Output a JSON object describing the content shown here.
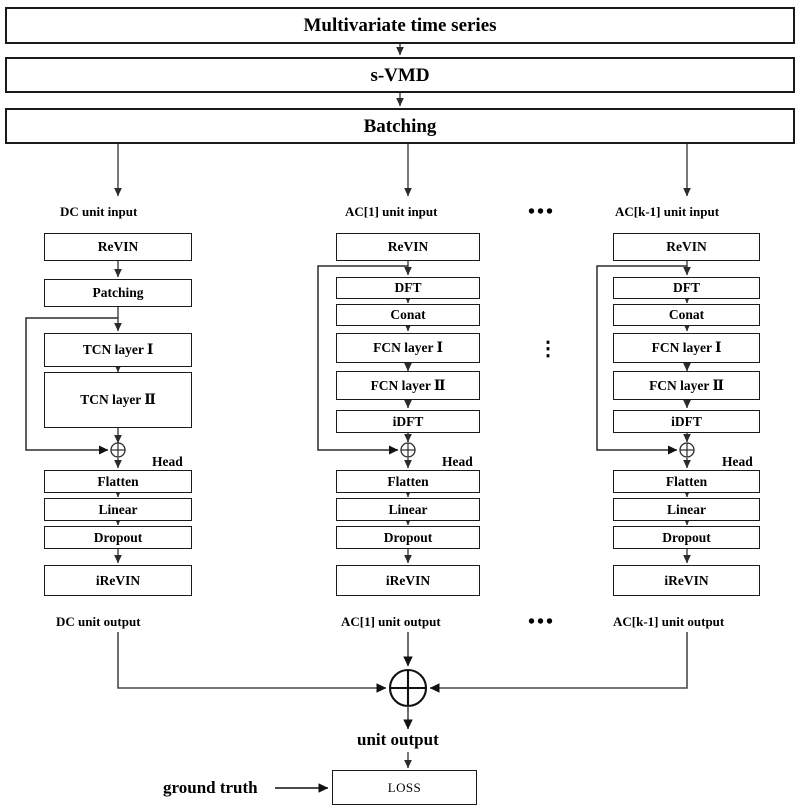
{
  "figure": {
    "title_box": "Multivariate time series",
    "decomposition_box": "s-VMD",
    "batching_box": "Batching"
  },
  "columns": [
    {
      "id": "dc",
      "input_label": "DC unit input",
      "output_label": "DC unit output",
      "head_label": "Head",
      "blocks": [
        "ReVIN",
        "Patching",
        "TCN layer Ⅰ",
        "TCN layer Ⅱ"
      ],
      "head_blocks": [
        "Flatten",
        "Linear",
        "Dropout",
        "iReVIN"
      ],
      "residual_symbol": "⊕"
    },
    {
      "id": "ac1",
      "input_label": "AC[1] unit input",
      "output_label": "AC[1] unit output",
      "head_label": "Head",
      "blocks": [
        "ReVIN",
        "DFT",
        "Conat",
        "FCN layer Ⅰ",
        "FCN layer Ⅱ",
        "iDFT"
      ],
      "head_blocks": [
        "Flatten",
        "Linear",
        "Dropout",
        "iReVIN"
      ],
      "residual_symbol": "⊕"
    },
    {
      "id": "ack1",
      "input_label": "AC[k-1] unit input",
      "output_label": "AC[k-1] unit output",
      "head_label": "Head",
      "blocks": [
        "ReVIN",
        "DFT",
        "Conat",
        "FCN layer Ⅰ",
        "FCN layer Ⅱ",
        "iDFT"
      ],
      "head_blocks": [
        "Flatten",
        "Linear",
        "Dropout",
        "iReVIN"
      ],
      "residual_symbol": "⊕"
    }
  ],
  "ellipsis": {
    "horizontal_top": "•••",
    "horizontal_bottom": "•••",
    "vertical": "⋮"
  },
  "aggregate": {
    "sum_symbol": "⊕",
    "unit_output_label": "unit output",
    "ground_truth_label": "ground truth",
    "loss_box": "LOSS"
  },
  "colors": {
    "stroke": "#1a1a1a",
    "wire": "#444444",
    "background": "#ffffff",
    "text": "#000000"
  }
}
